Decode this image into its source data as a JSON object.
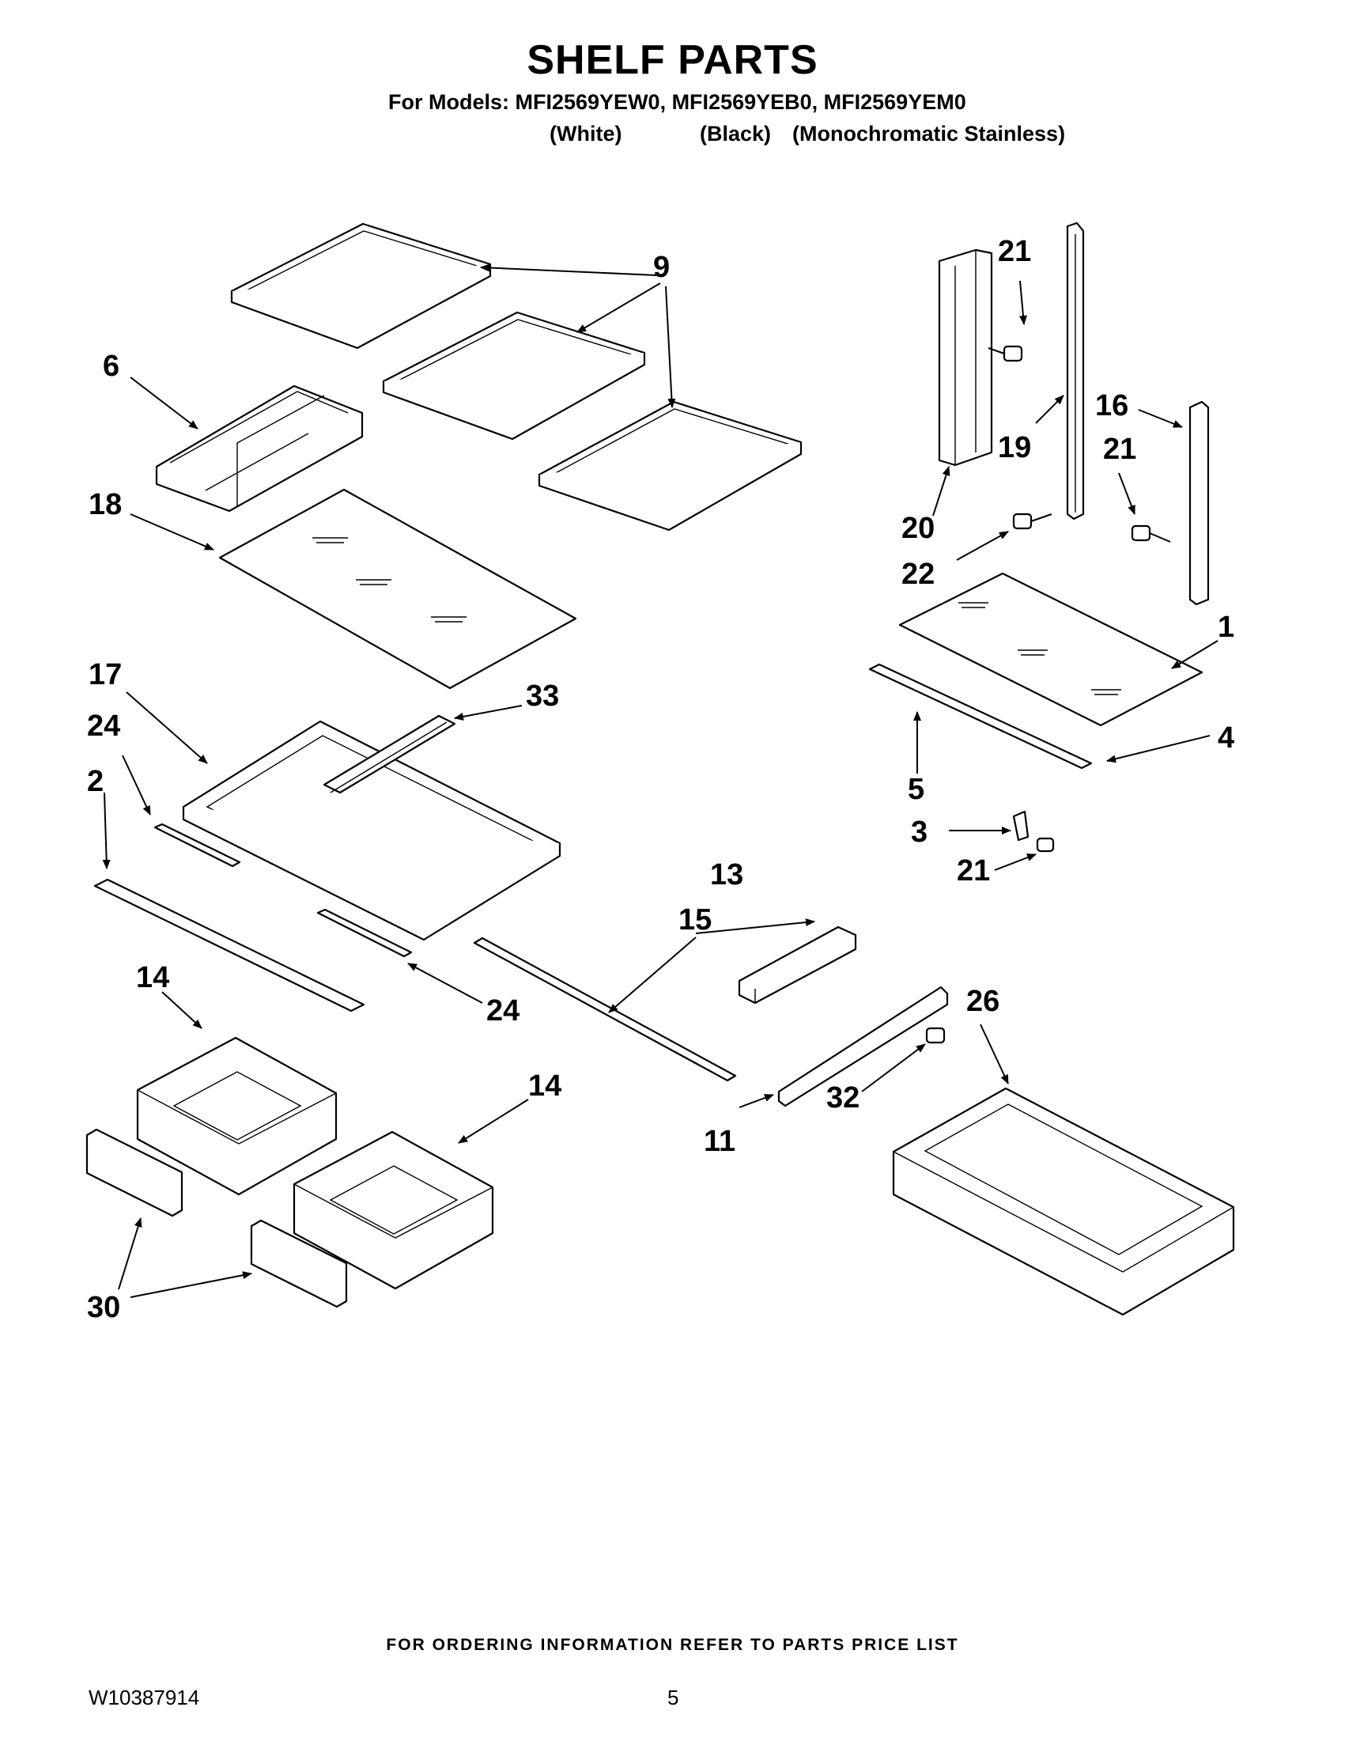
{
  "header": {
    "title": "SHELF PARTS",
    "models": "For Models: MFI2569YEW0, MFI2569YEB0, MFI2569YEM0",
    "color_white": "(White)",
    "color_black": "(Black)",
    "color_stainless": "(Monochromatic Stainless)"
  },
  "footer": {
    "ordering_note": "FOR ORDERING INFORMATION REFER TO PARTS PRICE LIST",
    "document_number": "W10387914",
    "page_number": "5"
  },
  "callouts": {
    "c9": "9",
    "c6": "6",
    "c18": "18",
    "c21a": "21",
    "c19": "19",
    "c16": "16",
    "c21b": "21",
    "c20": "20",
    "c22": "22",
    "c1": "1",
    "c4": "4",
    "c5": "5",
    "c3": "3",
    "c21c": "21",
    "c17": "17",
    "c33": "33",
    "c24a": "24",
    "c2": "2",
    "c24b": "24",
    "c13": "13",
    "c15": "15",
    "c14a": "14",
    "c14b": "14",
    "c26": "26",
    "c32": "32",
    "c11": "11",
    "c30": "30"
  }
}
